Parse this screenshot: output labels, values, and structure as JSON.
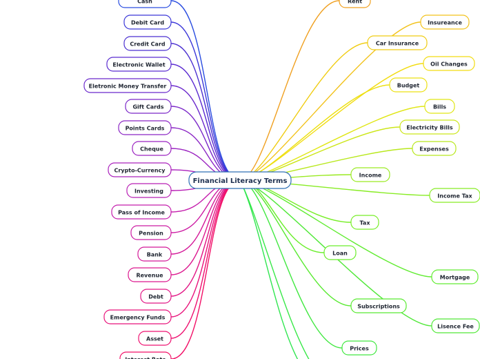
{
  "center": {
    "label": "Financial Literacy Terms",
    "color": "#2e6fb5"
  },
  "left_nodes": [
    {
      "label": "Cash",
      "color": "#2a4de0"
    },
    {
      "label": "Debit Card",
      "color": "#3a36d8"
    },
    {
      "label": "Credit Card",
      "color": "#4a2fd0"
    },
    {
      "label": "Electronic Wallet",
      "color": "#5a2ad0"
    },
    {
      "label": "Eletronic Money Transfer",
      "color": "#6a28cc"
    },
    {
      "label": "Gift Cards",
      "color": "#7a26c8"
    },
    {
      "label": "Points Cards",
      "color": "#8a24c4"
    },
    {
      "label": "Cheque",
      "color": "#9a22c0"
    },
    {
      "label": "Crypto-Currency",
      "color": "#aa20bc"
    },
    {
      "label": "Investing",
      "color": "#b81eb4"
    },
    {
      "label": "Pass of Income",
      "color": "#c41cac"
    },
    {
      "label": "Pension",
      "color": "#cc1aa2"
    },
    {
      "label": "Bank",
      "color": "#d41898"
    },
    {
      "label": "Revenue",
      "color": "#dc168e"
    },
    {
      "label": "Debt",
      "color": "#e21484"
    },
    {
      "label": "Emergency Funds",
      "color": "#e8127a"
    },
    {
      "label": "Asset",
      "color": "#ee1070"
    },
    {
      "label": "Interest Rate",
      "color": "#f20e66"
    }
  ],
  "right_nodes": [
    {
      "label": "Rent",
      "color": "#f0a020"
    },
    {
      "label": "Insureance",
      "color": "#f2c21a"
    },
    {
      "label": "Car Insurance",
      "color": "#f0cc10"
    },
    {
      "label": "Oil Changes",
      "color": "#f2dc10"
    },
    {
      "label": "Budget",
      "color": "#ece010"
    },
    {
      "label": "Bills",
      "color": "#e0e614"
    },
    {
      "label": "Electricity Bills",
      "color": "#cce618"
    },
    {
      "label": "Expenses",
      "color": "#b8e81c"
    },
    {
      "label": "Income",
      "color": "#9aea22"
    },
    {
      "label": "Income Tax",
      "color": "#88ec24"
    },
    {
      "label": "Tax",
      "color": "#78ee28"
    },
    {
      "label": "Loan",
      "color": "#6aee2a"
    },
    {
      "label": "Mortgage",
      "color": "#60ec30"
    },
    {
      "label": "Subscriptions",
      "color": "#58ea30"
    },
    {
      "label": "Lisence Fee",
      "color": "#50e838"
    },
    {
      "label": "Prices",
      "color": "#40e840"
    }
  ]
}
